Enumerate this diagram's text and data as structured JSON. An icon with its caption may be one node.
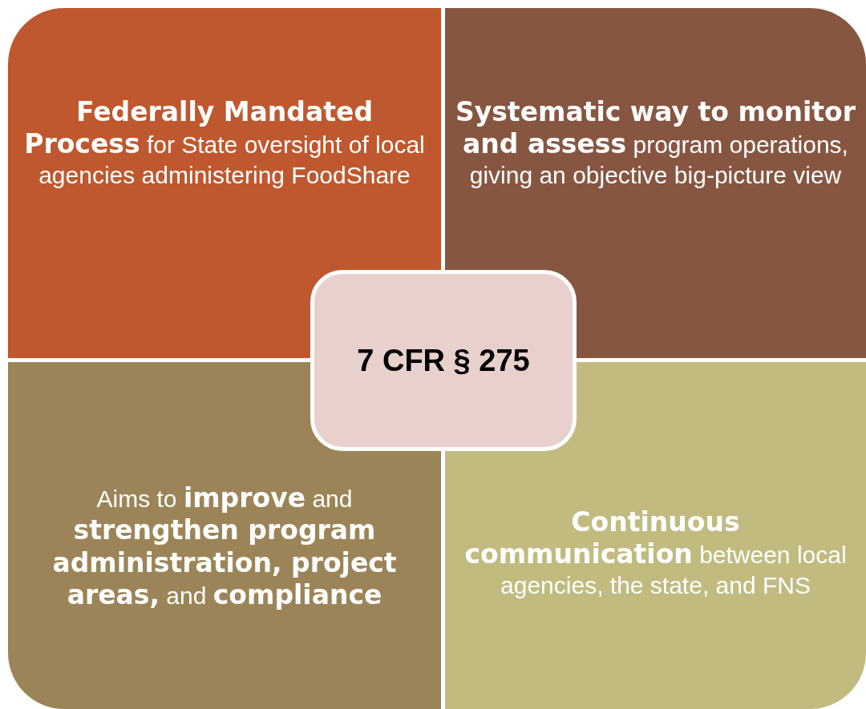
{
  "diagram": {
    "nodes": [
      {
        "text": [
          "**Federally Mandated Process** for State oversight of local agencies administering FoodShare"
        ]
      },
      {
        "text": [
          "**Systematic way to monitor and assess** program operations, giving an objective big-picture view"
        ]
      },
      {
        "text": [
          "Aims to **improve** and **strengthen program administration, project areas,** and **compliance**"
        ]
      },
      {
        "text": [
          "**Continuous communication** between local agencies, the state, and FNS"
        ]
      },
      {
        "text": [
          "7 CFR § 275"
        ]
      }
    ]
  }
}
